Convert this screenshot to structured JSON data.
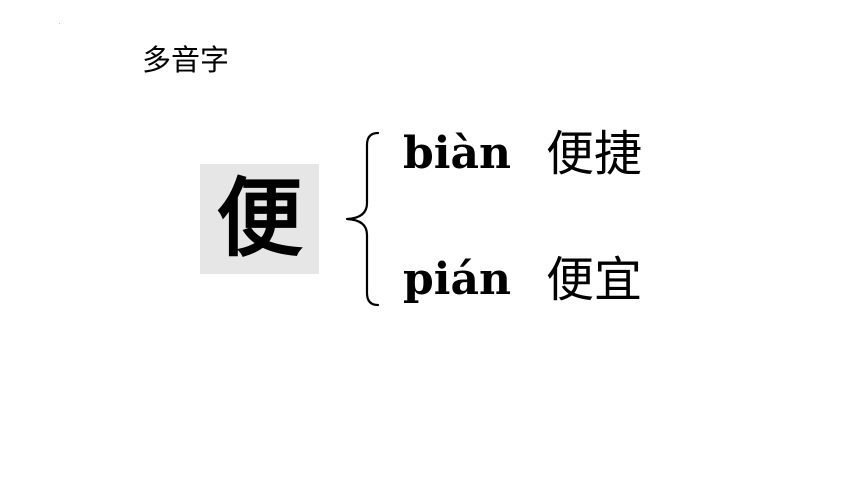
{
  "slide": {
    "title": "多音字",
    "character": "便",
    "readings": [
      {
        "pinyin": "biàn",
        "word": "便捷"
      },
      {
        "pinyin": "pián",
        "word": "便宜"
      }
    ]
  },
  "colors": {
    "background": "#ffffff",
    "character_box": "#e6e6e6",
    "text": "#000000"
  }
}
